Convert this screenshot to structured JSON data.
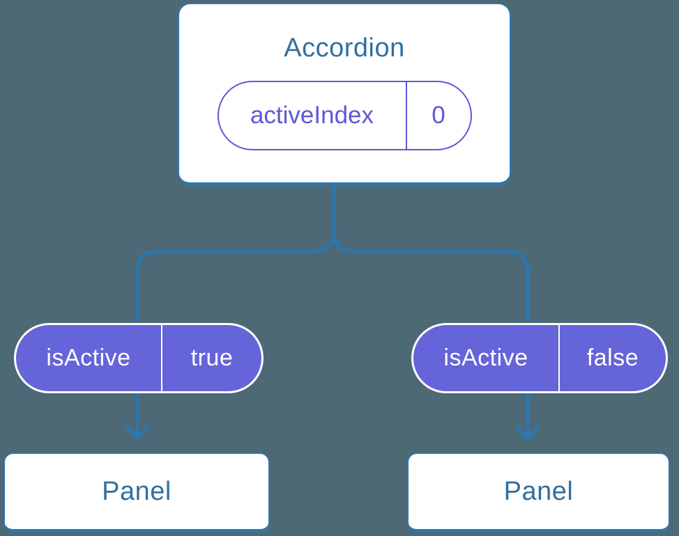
{
  "colors": {
    "bg": "#4D6976",
    "line_blue": "#2E76AB",
    "heading_blue": "#32709E",
    "purple_fill": "#6564D8",
    "purple_border": "#5B59D6",
    "card_bg": "#FFFFFF",
    "pill_text_light": "#FFFFFF"
  },
  "diagram": {
    "root": {
      "title": "Accordion",
      "state": {
        "key": "activeIndex",
        "value": "0"
      }
    },
    "children": [
      {
        "prop": {
          "key": "isActive",
          "value": "true"
        },
        "node": {
          "title": "Panel"
        }
      },
      {
        "prop": {
          "key": "isActive",
          "value": "false"
        },
        "node": {
          "title": "Panel"
        }
      }
    ]
  }
}
